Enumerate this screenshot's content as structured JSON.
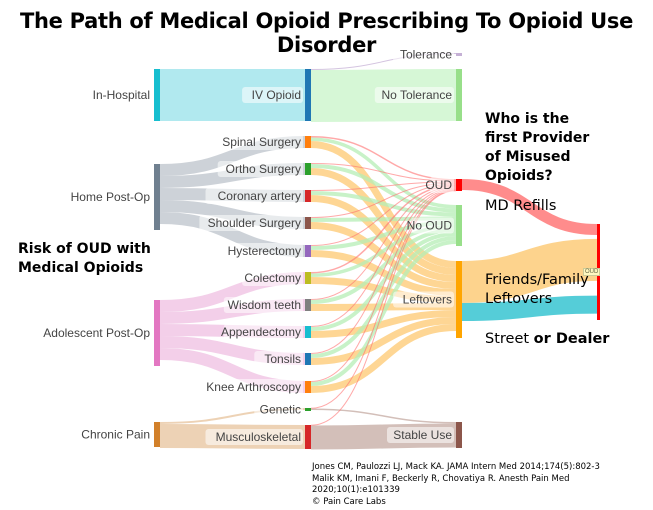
{
  "title": "The Path of Medical Opioid Prescribing To Opioid Use Disorder",
  "notes": {
    "risk": "Risk of OUD with Medical Opioids",
    "question": "Who is the first Provider of Misused Opioids?",
    "md_refills": "MD Refills",
    "friends_family": "Friends/Family Leftovers",
    "street_prefix": "Street",
    "street_suffix": "or Dealer",
    "oud_badge": "OUD"
  },
  "references": [
    "Jones CM, Paulozzi LJ, Mack KA. JAMA Intern Med 2014;174(5):802-3",
    "Malik KM, Imani F, Beckerly R, Chovatiya R. Anesth Pain Med 2020;10(1):e101339",
    "© Pain Care Labs"
  ],
  "nodes": [
    {
      "id": "inhosp",
      "label": "In-Hospital",
      "color": "#17becf"
    },
    {
      "id": "home",
      "label": "Home Post-Op",
      "color": "#708090"
    },
    {
      "id": "adol",
      "label": "Adolescent Post-Op",
      "color": "#e377c2"
    },
    {
      "id": "chronic",
      "label": "Chronic Pain",
      "color": "#d2802a"
    },
    {
      "id": "iv",
      "label": "IV Opioid",
      "color": "#1f77b4"
    },
    {
      "id": "spinal",
      "label": "Spinal Surgery",
      "color": "#ff7f0e"
    },
    {
      "id": "ortho",
      "label": "Ortho Surgery",
      "color": "#2ca02c"
    },
    {
      "id": "coronary",
      "label": "Coronary artery",
      "color": "#d62728"
    },
    {
      "id": "shoulder",
      "label": "Shoulder Surgery",
      "color": "#8c564b"
    },
    {
      "id": "hyst",
      "label": "Hysterectomy",
      "color": "#9467bd"
    },
    {
      "id": "colect",
      "label": "Colectomy",
      "color": "#bcbd22"
    },
    {
      "id": "wisdom",
      "label": "Wisdom teeth",
      "color": "#7f7f7f"
    },
    {
      "id": "append",
      "label": "Appendectomy",
      "color": "#17becf"
    },
    {
      "id": "tonsils",
      "label": "Tonsils",
      "color": "#1f77b4"
    },
    {
      "id": "knee",
      "label": "Knee Arthroscopy",
      "color": "#ff7f0e"
    },
    {
      "id": "genetic",
      "label": "Genetic",
      "color": "#2ca02c"
    },
    {
      "id": "musc",
      "label": "Musculoskeletal",
      "color": "#d62728"
    },
    {
      "id": "tol",
      "label": "Tolerance",
      "color": "#c5b0d5"
    },
    {
      "id": "notol",
      "label": "No Tolerance",
      "color": "#98df8a"
    },
    {
      "id": "oud",
      "label": "OUD",
      "color": "#ff0000"
    },
    {
      "id": "nooud",
      "label": "No OUD",
      "color": "#98df8a"
    },
    {
      "id": "left",
      "label": "Leftovers",
      "color": "#ffa500"
    },
    {
      "id": "stable",
      "label": "Stable Use",
      "color": "#8c564b"
    },
    {
      "id": "oudfinal",
      "label": "",
      "color": "#ff0000"
    }
  ],
  "links": [
    [
      "inhosp",
      "iv",
      52
    ],
    [
      "iv",
      "tol",
      1
    ],
    [
      "iv",
      "notol",
      52
    ],
    [
      "home",
      "spinal",
      12
    ],
    [
      "home",
      "ortho",
      12
    ],
    [
      "home",
      "coronary",
      12
    ],
    [
      "home",
      "shoulder",
      12
    ],
    [
      "home",
      "hyst",
      12
    ],
    [
      "adol",
      "colect",
      12
    ],
    [
      "adol",
      "wisdom",
      12
    ],
    [
      "adol",
      "append",
      12
    ],
    [
      "adol",
      "tonsils",
      12
    ],
    [
      "adol",
      "knee",
      12
    ],
    [
      "chronic",
      "genetic",
      2
    ],
    [
      "chronic",
      "musc",
      24
    ],
    [
      "spinal",
      "oud",
      1.5
    ],
    [
      "spinal",
      "nooud",
      3.5
    ],
    [
      "spinal",
      "left",
      7
    ],
    [
      "ortho",
      "oud",
      1
    ],
    [
      "ortho",
      "nooud",
      4
    ],
    [
      "ortho",
      "left",
      7
    ],
    [
      "coronary",
      "oud",
      1
    ],
    [
      "coronary",
      "nooud",
      4
    ],
    [
      "coronary",
      "left",
      7
    ],
    [
      "shoulder",
      "oud",
      1
    ],
    [
      "shoulder",
      "nooud",
      4
    ],
    [
      "shoulder",
      "left",
      7
    ],
    [
      "hyst",
      "oud",
      1
    ],
    [
      "hyst",
      "nooud",
      4
    ],
    [
      "hyst",
      "left",
      7
    ],
    [
      "colect",
      "oud",
      1.5
    ],
    [
      "colect",
      "nooud",
      3.5
    ],
    [
      "colect",
      "left",
      7
    ],
    [
      "wisdom",
      "oud",
      1
    ],
    [
      "wisdom",
      "nooud",
      4
    ],
    [
      "wisdom",
      "left",
      7
    ],
    [
      "append",
      "oud",
      1
    ],
    [
      "append",
      "nooud",
      4
    ],
    [
      "append",
      "left",
      7
    ],
    [
      "tonsils",
      "oud",
      1
    ],
    [
      "tonsils",
      "nooud",
      4
    ],
    [
      "tonsils",
      "left",
      7
    ],
    [
      "knee",
      "oud",
      1
    ],
    [
      "knee",
      "nooud",
      4
    ],
    [
      "knee",
      "left",
      7
    ],
    [
      "genetic",
      "oud",
      0.5
    ],
    [
      "genetic",
      "stable",
      1.5
    ],
    [
      "musc",
      "oud",
      0.5
    ],
    [
      "musc",
      "stable",
      24
    ],
    [
      "oud",
      "oudfinal",
      11
    ],
    [
      "left",
      "oudfinal",
      42
    ],
    [
      "left",
      "oudfinal",
      18
    ]
  ],
  "link_colors": {
    "oud": "#ff7070",
    "nooud": "#b6eeb6",
    "left": "#fdc870",
    "stable": "#c4aaa2",
    "tol": "#c5b0d5",
    "notol": "#c8f4c8",
    "home": "#bcc3cb",
    "adol": "#efbfe2",
    "chronic": "#e7c39c",
    "inhosp": "#97e2ea",
    "street": "#4ccad6"
  }
}
